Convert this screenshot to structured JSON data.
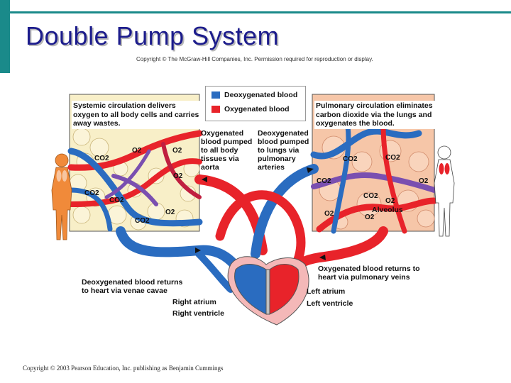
{
  "slide": {
    "title": "Double Pump System",
    "copyright_top": "Copyright © The McGraw-Hill Companies, Inc. Permission required for reproduction or display.",
    "copyright_bottom": "Copyright © 2003 Pearson Education, Inc. publishing as Benjamin Cummings"
  },
  "legend": {
    "deoxygenated": "Deoxygenated blood",
    "oxygenated": "Oxygenated blood",
    "deoxy_color": "#2a6cc0",
    "oxy_color": "#e8232a"
  },
  "systemic": {
    "title": "Systemic circulation",
    "text": "delivers oxygen to all body cells and carries away wastes."
  },
  "pulmonary": {
    "title": "Pulmonary circulation",
    "text": "eliminates carbon dioxide via the lungs and oxygenates the blood."
  },
  "labels": {
    "aorta": "Oxygenated blood pumped to all body tissues via aorta",
    "pulmonary_arteries": "Deoxygenated blood pumped to lungs via pulmonary arteries",
    "venae_cavae": "Deoxygenated blood returns to heart via venae cavae",
    "pulmonary_veins": "Oxygenated blood returns to heart via pulmonary veins",
    "right_atrium": "Right atrium",
    "right_ventricle": "Right ventricle",
    "left_atrium": "Left atrium",
    "left_ventricle": "Left ventricle",
    "alveolus": "Alveolus"
  },
  "gases": {
    "co2": "CO2",
    "o2": "O2"
  }
}
